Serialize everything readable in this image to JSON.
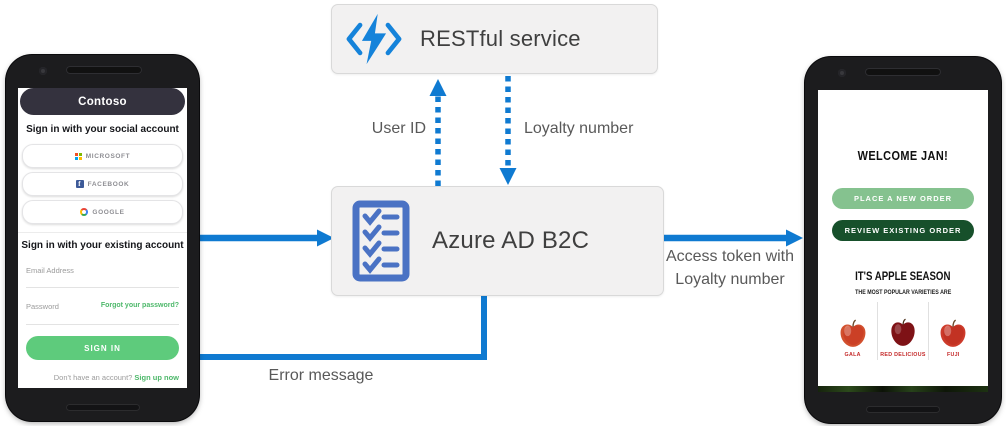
{
  "colors": {
    "arrow_blue": "#0f7ad1",
    "box_bg": "#f2f1f1",
    "box_border": "#d9d9d9",
    "box_text": "#3f3f3f",
    "label_text": "#595959",
    "contoso_bar": "#34323e",
    "signin_green": "#5ecb7c",
    "link_green": "#4db86a",
    "place_btn_green": "#85c28f",
    "review_btn_green": "#17502b",
    "apple_label_red": "#c42828",
    "b2c_icon_blue": "#4a72c4",
    "function_icon_blue": "#1583da",
    "phone_body": "#1c1c1e"
  },
  "icons": {
    "restful_service": "api-brackets-lightning-icon",
    "azure_b2c": "checklist-clipboard-icon",
    "microsoft": "four-color-squares",
    "facebook": "facebook-f-square",
    "google": "google-g-ring"
  },
  "diagram": {
    "restful_box": {
      "title": "RESTful service"
    },
    "b2c_box": {
      "title": "Azure AD B2C"
    },
    "labels": {
      "user_id": "User ID",
      "loyalty_number": "Loyalty number",
      "access_token_line1": "Access token with",
      "access_token_line2": "Loyalty number",
      "error_message": "Error message"
    }
  },
  "signin_phone": {
    "app_name": "Contoso",
    "social_heading": "Sign in with your social account",
    "social_buttons": [
      {
        "label": "MICROSOFT"
      },
      {
        "label": "FACEBOOK"
      },
      {
        "label": "GOOGLE"
      }
    ],
    "existing_heading": "Sign in with your existing account",
    "email_label": "Email Address",
    "password_label": "Password",
    "forgot_password_link": "Forgot your password?",
    "signin_button": "SIGN IN",
    "signup_prompt": "Don't have an account? ",
    "signup_link": "Sign up now"
  },
  "welcome_phone": {
    "welcome_heading": "WELCOME JAN!",
    "place_order_button": "PLACE A NEW ORDER",
    "review_order_button": "REVIEW EXISTING ORDER",
    "apple_heading": "IT'S APPLE SEASON",
    "apple_subheading": "THE MOST POPULAR VARIETIES ARE",
    "apple_varieties": [
      "GALA",
      "RED DELICIOUS",
      "FUJI"
    ]
  }
}
